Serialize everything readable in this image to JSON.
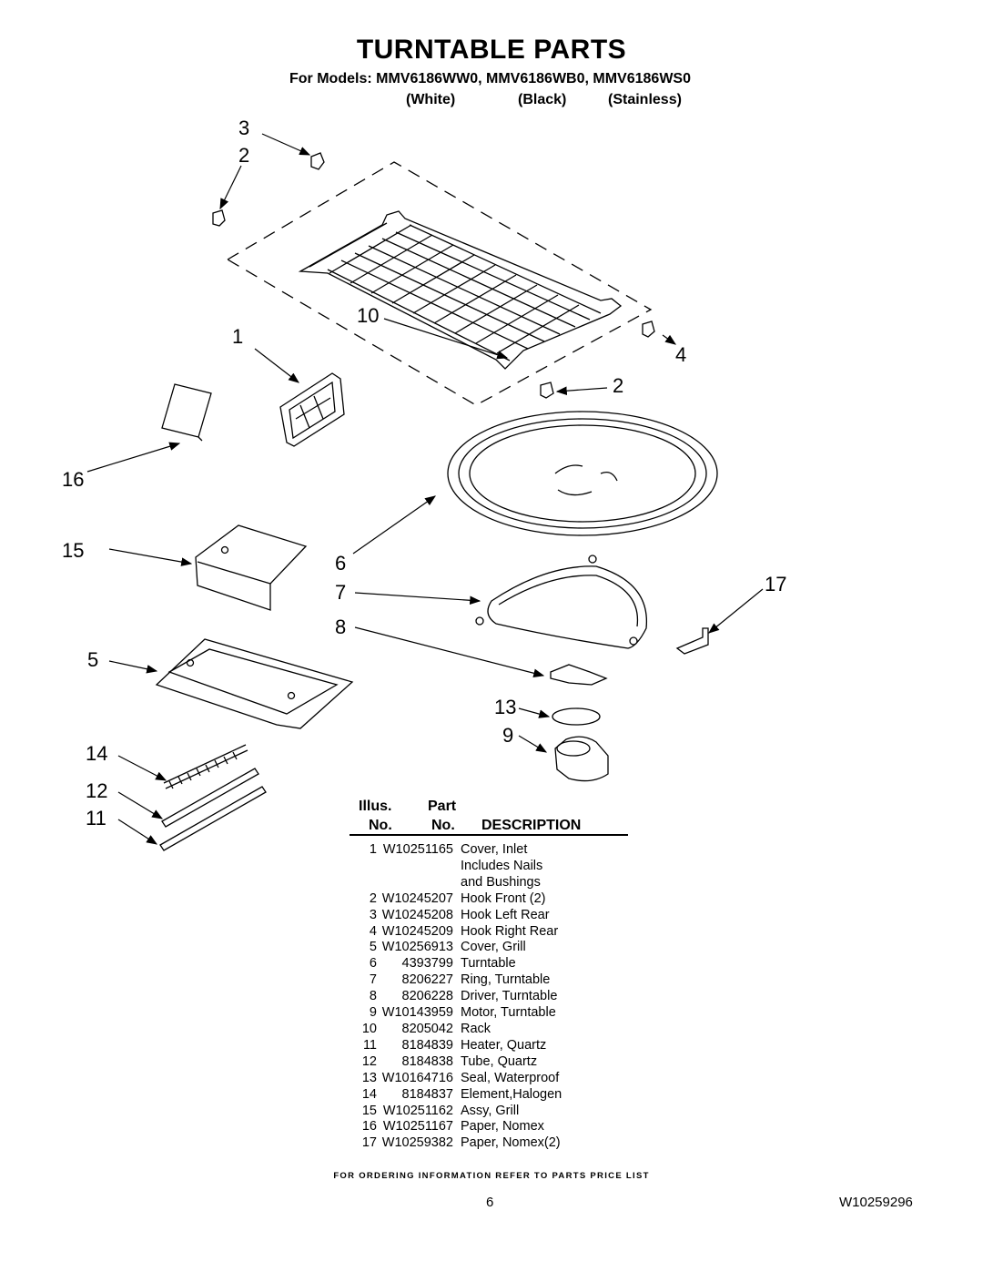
{
  "header": {
    "title": "TURNTABLE PARTS",
    "models": "For Models: MMV6186WW0, MMV6186WB0, MMV6186WS0",
    "variant_white": "(White)",
    "variant_black": "(Black)",
    "variant_stainless": "(Stainless)"
  },
  "callouts": {
    "c1": "1",
    "c2a": "2",
    "c2b": "2",
    "c3": "3",
    "c4": "4",
    "c5": "5",
    "c6": "6",
    "c7": "7",
    "c8": "8",
    "c9": "9",
    "c10": "10",
    "c11": "11",
    "c12": "12",
    "c13": "13",
    "c14": "14",
    "c15": "15",
    "c16": "16",
    "c17": "17"
  },
  "table": {
    "illus_label_1": "Illus.",
    "illus_label_2": "No.",
    "part_label_1": "Part",
    "part_label_2": "No.",
    "description_label": "DESCRIPTION",
    "rows": [
      {
        "illus": "1",
        "part": "W10251165",
        "desc": "Cover, Inlet\nIncludes Nails\nand Bushings"
      },
      {
        "illus": "2",
        "part": "W10245207",
        "desc": "Hook Front (2)"
      },
      {
        "illus": "3",
        "part": "W10245208",
        "desc": "Hook Left Rear"
      },
      {
        "illus": "4",
        "part": "W10245209",
        "desc": "Hook Right Rear"
      },
      {
        "illus": "5",
        "part": "W10256913",
        "desc": "Cover, Grill"
      },
      {
        "illus": "6",
        "part": "4393799",
        "desc": "Turntable"
      },
      {
        "illus": "7",
        "part": "8206227",
        "desc": "Ring, Turntable"
      },
      {
        "illus": "8",
        "part": "8206228",
        "desc": "Driver, Turntable"
      },
      {
        "illus": "9",
        "part": "W10143959",
        "desc": "Motor, Turntable"
      },
      {
        "illus": "10",
        "part": "8205042",
        "desc": "Rack"
      },
      {
        "illus": "11",
        "part": "8184839",
        "desc": "Heater, Quartz"
      },
      {
        "illus": "12",
        "part": "8184838",
        "desc": "Tube, Quartz"
      },
      {
        "illus": "13",
        "part": "W10164716",
        "desc": "Seal, Waterproof"
      },
      {
        "illus": "14",
        "part": "8184837",
        "desc": "Element,Halogen"
      },
      {
        "illus": "15",
        "part": "W10251162",
        "desc": "Assy, Grill"
      },
      {
        "illus": "16",
        "part": "W10251167",
        "desc": "Paper, Nomex"
      },
      {
        "illus": "17",
        "part": "W10259382",
        "desc": "Paper, Nomex(2)"
      }
    ]
  },
  "footer": {
    "ordering_note": "FOR ORDERING INFORMATION REFER TO PARTS PRICE LIST",
    "page_number": "6",
    "document_number": "W10259296"
  }
}
